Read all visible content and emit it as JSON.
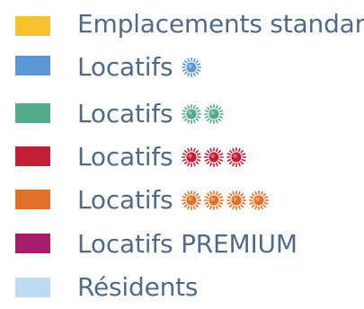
{
  "legend": {
    "items": [
      {
        "id": "standard",
        "label": "Emplacements standard",
        "color": "#f8c22f",
        "suns": 0
      },
      {
        "id": "locatifs-1",
        "label": "Locatifs",
        "color": "#5a97d4",
        "suns": 1
      },
      {
        "id": "locatifs-2",
        "label": "Locatifs",
        "color": "#53ab8b",
        "suns": 2
      },
      {
        "id": "locatifs-3",
        "label": "Locatifs",
        "color": "#c21e35",
        "suns": 3
      },
      {
        "id": "locatifs-4",
        "label": "Locatifs",
        "color": "#df7128",
        "suns": 4
      },
      {
        "id": "premium",
        "label": "Locatifs PREMIUM",
        "color": "#a61d6b",
        "suns": 0
      },
      {
        "id": "residents",
        "label": "Résidents",
        "color": "#bcdaf2",
        "suns": 0
      }
    ],
    "icon": "sun-icon",
    "text_color": "#526a84"
  }
}
